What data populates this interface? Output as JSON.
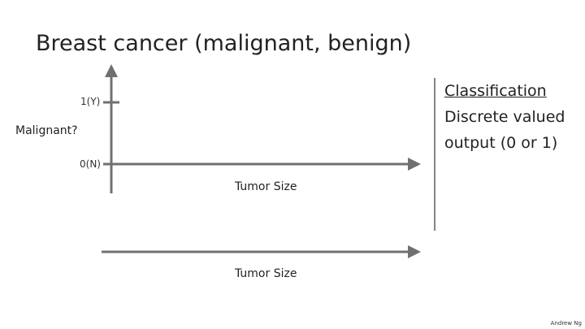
{
  "title": "Breast cancer (malignant, benign)",
  "chart_top": {
    "y_axis_label": "Malignant?",
    "y_ticks": [
      "1(Y)",
      "0(N)"
    ],
    "x_axis_label": "Tumor Size"
  },
  "chart_bottom": {
    "x_axis_label": "Tumor Size"
  },
  "side_note": {
    "heading": "Classification",
    "line1": "Discrete valued",
    "line2": "output (0 or 1)"
  },
  "credit": "Andrew Ng",
  "colors": {
    "axis": "#707070",
    "divider": "#333333",
    "text": "#222222"
  }
}
